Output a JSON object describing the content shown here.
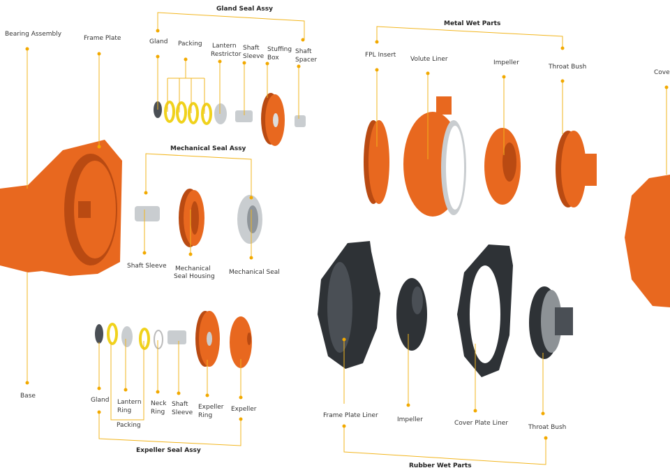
{
  "frame_labels": {
    "bearing_assembly": "Bearing Assembly",
    "frame_plate": "Frame Plate",
    "base": "Base"
  },
  "gland_seal": {
    "title": "Gland Seal Assy",
    "gland": "Gland",
    "packing": "Packing",
    "lantern_restrictor": [
      "Lantern",
      "Restrictor"
    ],
    "shaft_sleeve": [
      "Shaft",
      "Sleeve"
    ],
    "stuffing_box": [
      "Stuffing",
      "Box"
    ],
    "shaft_spacer": [
      "Shaft",
      "Spacer"
    ]
  },
  "mechanical_seal": {
    "title": "Mechanical Seal Assy",
    "shaft_sleeve": "Shaft Sleeve",
    "housing": [
      "Mechanical",
      "Seal Housing"
    ],
    "seal": "Mechanical Seal"
  },
  "expeller_seal": {
    "title": "Expeller Seal Assy",
    "gland": "Gland",
    "lantern_ring": [
      "Lantern",
      "Ring"
    ],
    "packing": "Packing",
    "neck_ring": [
      "Neck",
      "Ring"
    ],
    "shaft_sleeve": [
      "Shaft",
      "Sleeve"
    ],
    "expeller_ring": [
      "Expeller",
      "Ring"
    ],
    "expeller": "Expeller"
  },
  "metal_wet_parts": {
    "title": "Metal Wet Parts",
    "fpl_insert": "FPL Insert",
    "volute_liner": "Volute Liner",
    "impeller": "Impeller",
    "throat_bush": "Throat Bush",
    "cover": "Cover"
  },
  "rubber_wet_parts": {
    "title": "Rubber Wet Parts",
    "frame_plate_liner": "Frame Plate Liner",
    "impeller": "Impeller",
    "cover_plate_liner": "Cover Plate Liner",
    "throat_bush": "Throat Bush"
  }
}
